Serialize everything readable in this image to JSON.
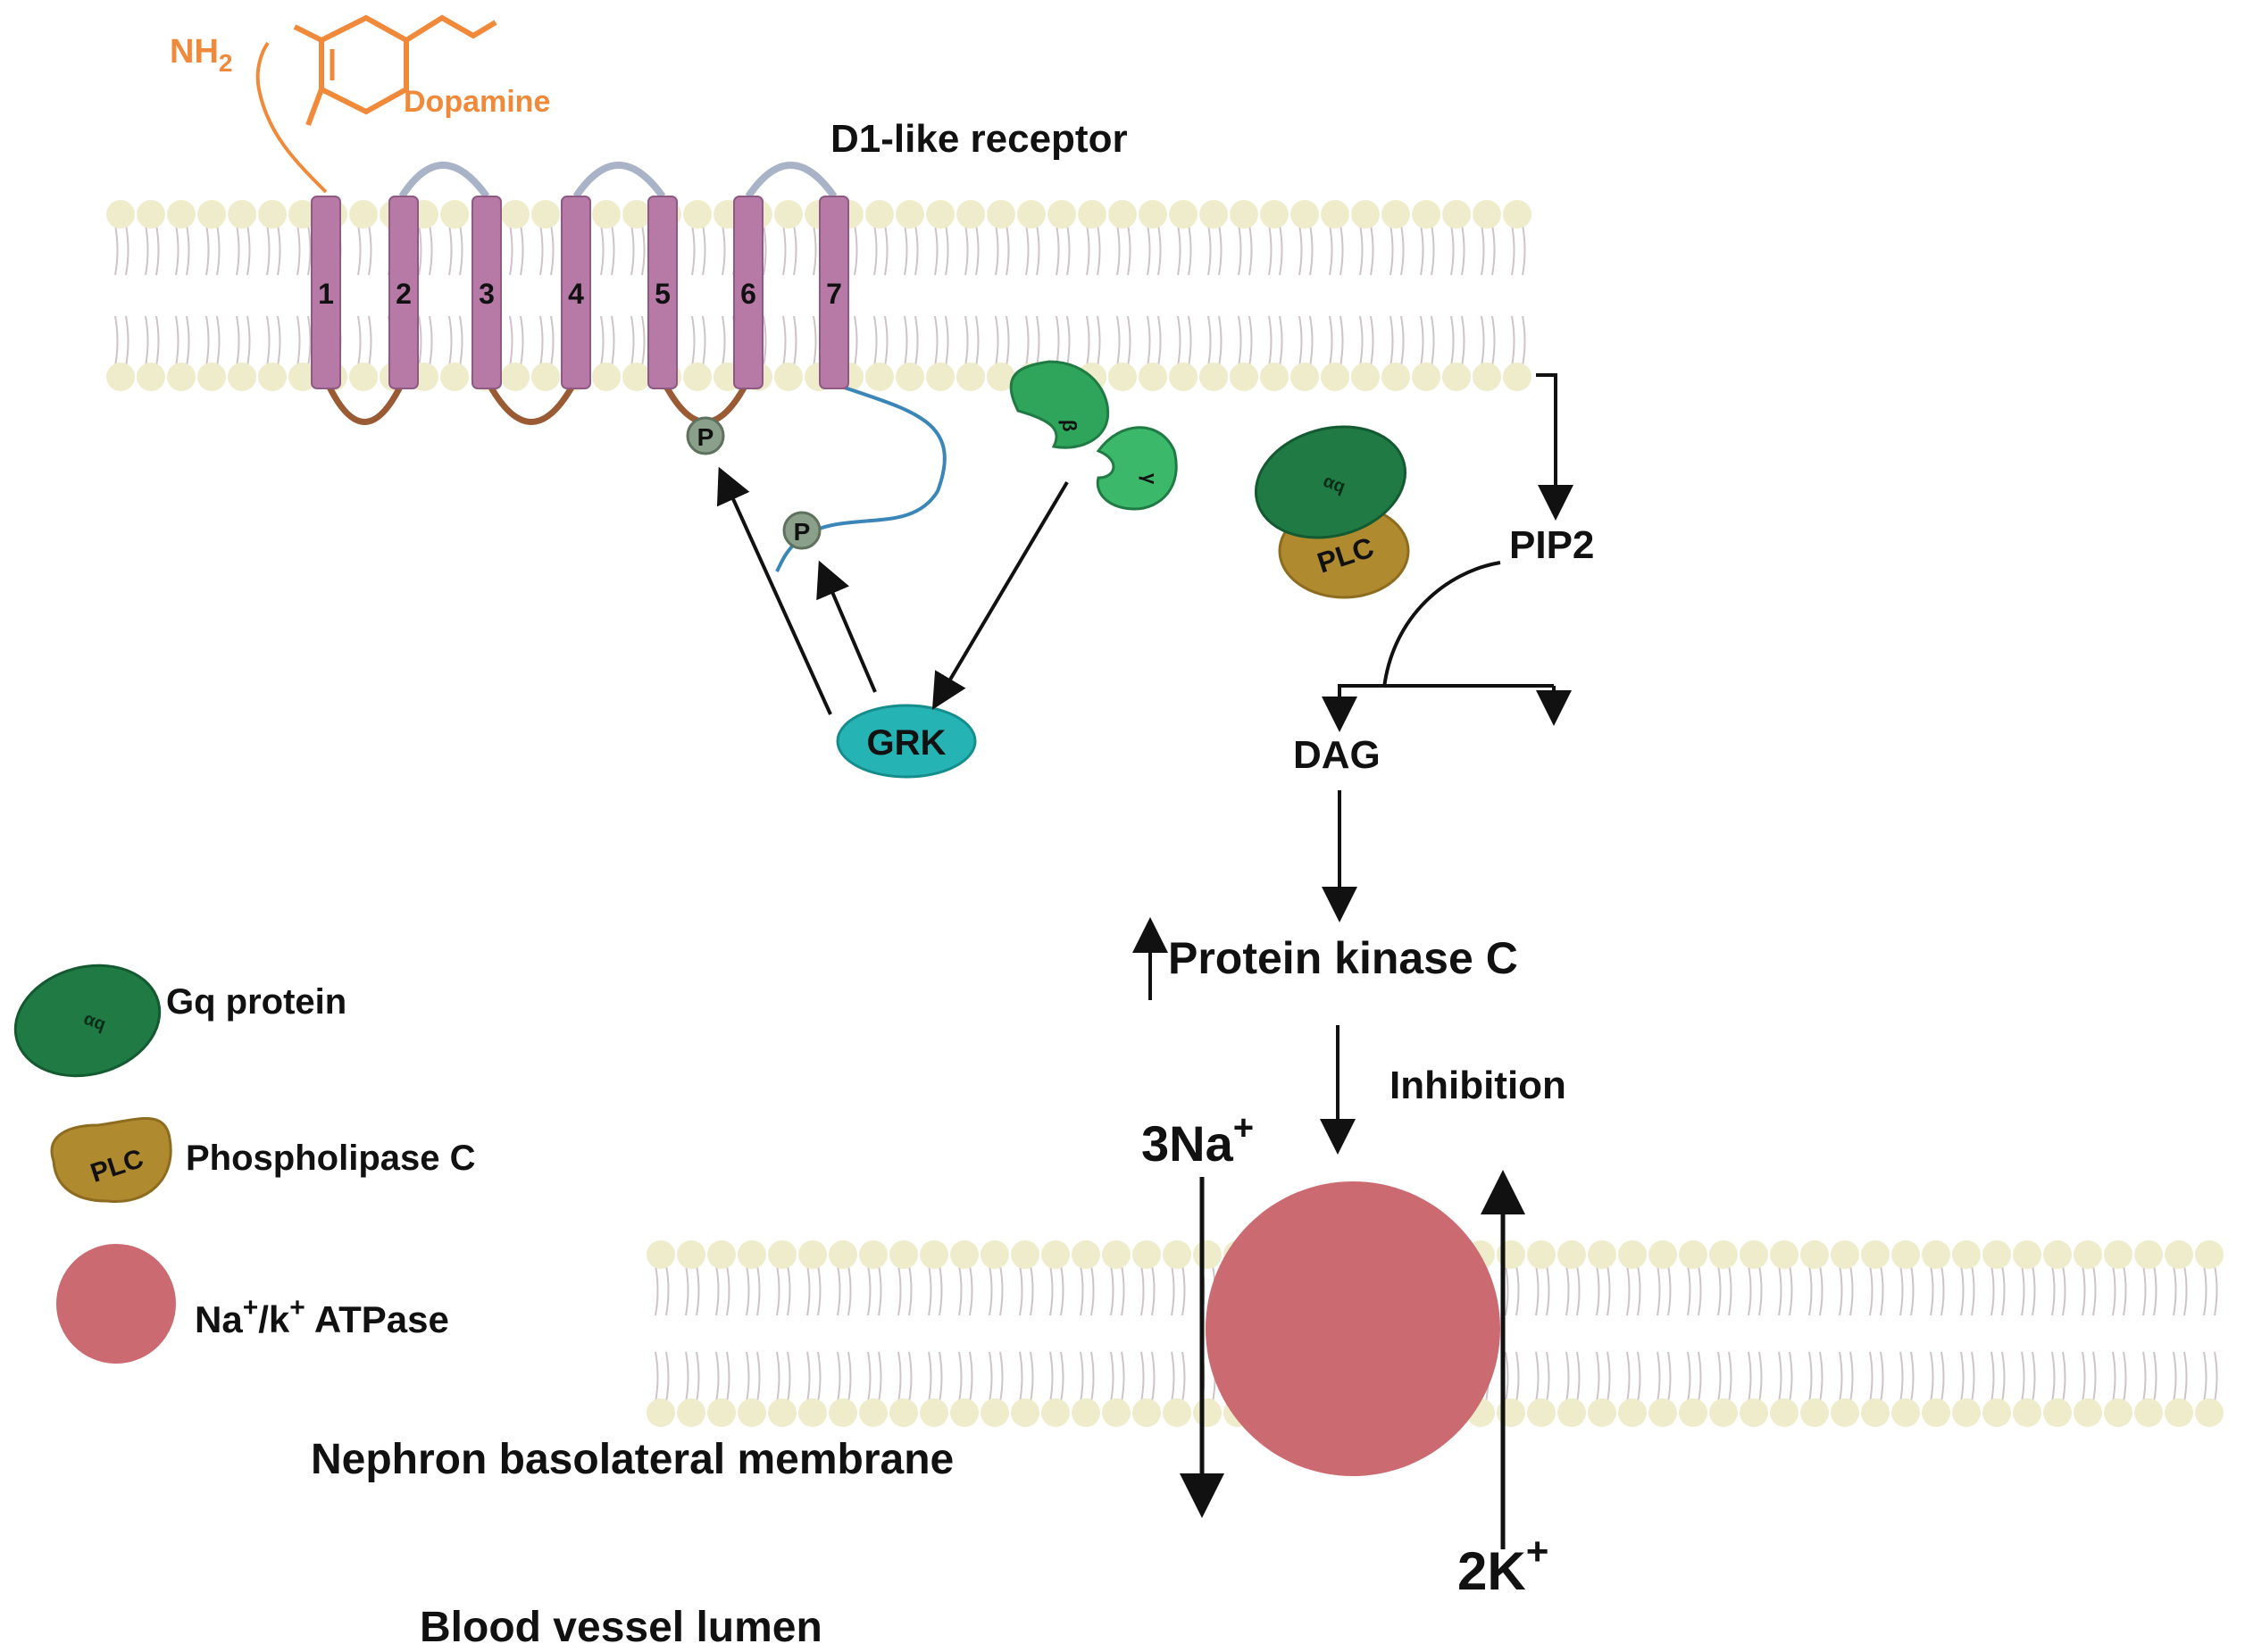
{
  "colors": {
    "membrane_head": "#efeccb",
    "membrane_tail": "#cfc3c8",
    "helix": "#b77aa7",
    "helix_stroke": "#8e5a83",
    "loop_top": "#a9b3c8",
    "loop_bottom": "#9a5b34",
    "dopamine": "#f08a3a",
    "gq_protein": "#1f7a44",
    "beta_gamma": "#2ea55a",
    "plc": "#b08a2e",
    "grk": "#26b3b3",
    "phospho": "#8aa08a",
    "atpase": "#cc6a71",
    "c_tail": "#3b86b8",
    "arrow": "#111111"
  },
  "labels": {
    "nh2": "NH",
    "nh2_sub": "2",
    "dopamine": "Dopamine",
    "receptor": "D1-like receptor",
    "pip2": "PIP2",
    "dag": "DAG",
    "pkc": "Protein kinase C",
    "inhibition": "Inhibition",
    "na_count": "3Na",
    "na_charge": "+",
    "k_count": "2K",
    "k_charge": "+",
    "grk": "GRK",
    "phospho": "P",
    "beta": "β",
    "gamma": "γ",
    "gq_short": "αq",
    "plc_short": "PLC",
    "membrane": "Nephron basolateral membrane",
    "lumen": "Blood vessel lumen"
  },
  "helices": [
    "1",
    "2",
    "3",
    "4",
    "5",
    "6",
    "7"
  ],
  "legend": {
    "gq": "Gq protein",
    "plc": "Phospholipase C",
    "atpase_na": "Na",
    "atpase_plus1": "+",
    "atpase_slash": "/k",
    "atpase_plus2": "+",
    "atpase_rest": " ATPase"
  }
}
